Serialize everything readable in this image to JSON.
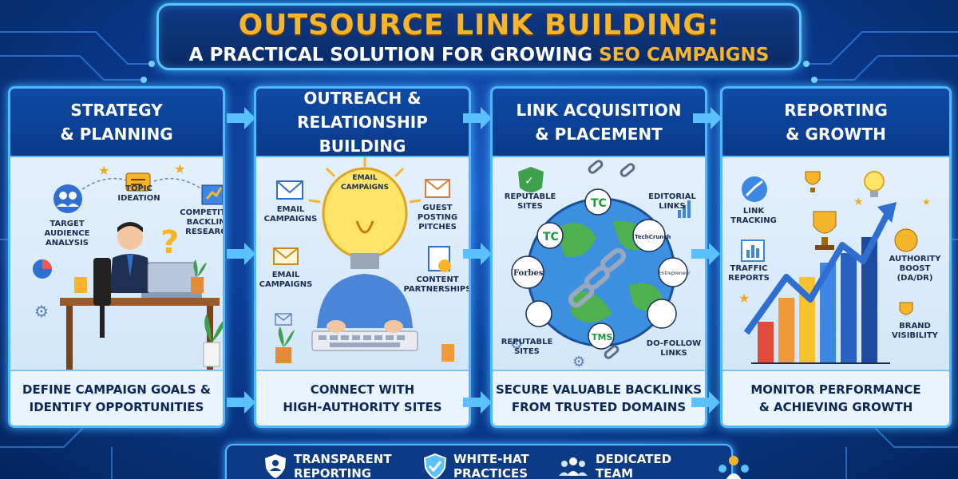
{
  "title": {
    "line1": "OUTSOURCE LINK BUILDING:",
    "line2_main": "A PRACTICAL SOLUTION FOR GROWING ",
    "line2_accent": "SEO CAMPAIGNS"
  },
  "panels": [
    {
      "head": [
        "STRATEGY",
        "& PLANNING"
      ],
      "foot": [
        "DEFINE CAMPAIGN GOALS &",
        "IDENTIFY OPPORTUNITIES"
      ],
      "labels": {
        "topic": [
          "TOPIC",
          "IDEATION"
        ],
        "audience": [
          "TARGET",
          "AUDIENCE",
          "ANALYSIS"
        ],
        "competitor": [
          "COMPETITOR",
          "BACKLINK",
          "RESEARCH"
        ]
      }
    },
    {
      "head": [
        "OUTREACH &",
        "RELATIONSHIP BUILDING"
      ],
      "foot": [
        "CONNECT WITH",
        "HIGH-AUTHORITY SITES"
      ],
      "labels": {
        "bulb": [
          "EMAIL",
          "CAMPAIGNS"
        ],
        "email1": [
          "EMAIL",
          "CAMPAIGNS"
        ],
        "email2": [
          "EMAIL",
          "CAMPAIGNS"
        ],
        "guest": [
          "GUEST",
          "POSTING",
          "PITCHES"
        ],
        "content": [
          "CONTENT",
          "PARTNERSHIPS"
        ]
      }
    },
    {
      "head": [
        "LINK ACQUISITION",
        "& PLACEMENT"
      ],
      "foot": [
        "SECURE VALUABLE BACKLINKS",
        "FROM TRUSTED DOMAINS"
      ],
      "labels": {
        "reputable1": [
          "REPUTABLE",
          "SITES"
        ],
        "editorial": [
          "EDITORIAL",
          "LINKS"
        ],
        "reputable2": [
          "REPUTABLE",
          "SITES"
        ],
        "dofollow": [
          "DO-FOLLOW",
          "LINKS"
        ]
      },
      "logos": [
        "TC",
        "TechCrunch",
        "Forbes",
        "Entrepreneur",
        "TMS"
      ]
    },
    {
      "head": [
        "REPORTING",
        "& GROWTH"
      ],
      "foot": [
        "MONITOR PERFORMANCE",
        "& ACHIEVING GROWTH"
      ],
      "labels": {
        "tracking": [
          "LINK",
          "TRACKING"
        ],
        "traffic": [
          "TRAFFIC",
          "REPORTS"
        ],
        "authority": [
          "AUTHORITY",
          "BOOST",
          "(DA/DR)"
        ],
        "brand": [
          "BRAND",
          "VISIBILITY"
        ]
      }
    }
  ],
  "badges": [
    {
      "text": [
        "TRANSPARENT",
        "REPORTING"
      ],
      "icon": "shield-person-icon"
    },
    {
      "text": [
        "WHITE-HAT",
        "PRACTICES"
      ],
      "icon": "shield-check-icon"
    },
    {
      "text": [
        "DEDICATED",
        "TEAM"
      ],
      "icon": "team-icon"
    }
  ],
  "colors": {
    "accent": "#f7b52c",
    "frame": "#4fb8ff",
    "background": "#0b3d94"
  }
}
